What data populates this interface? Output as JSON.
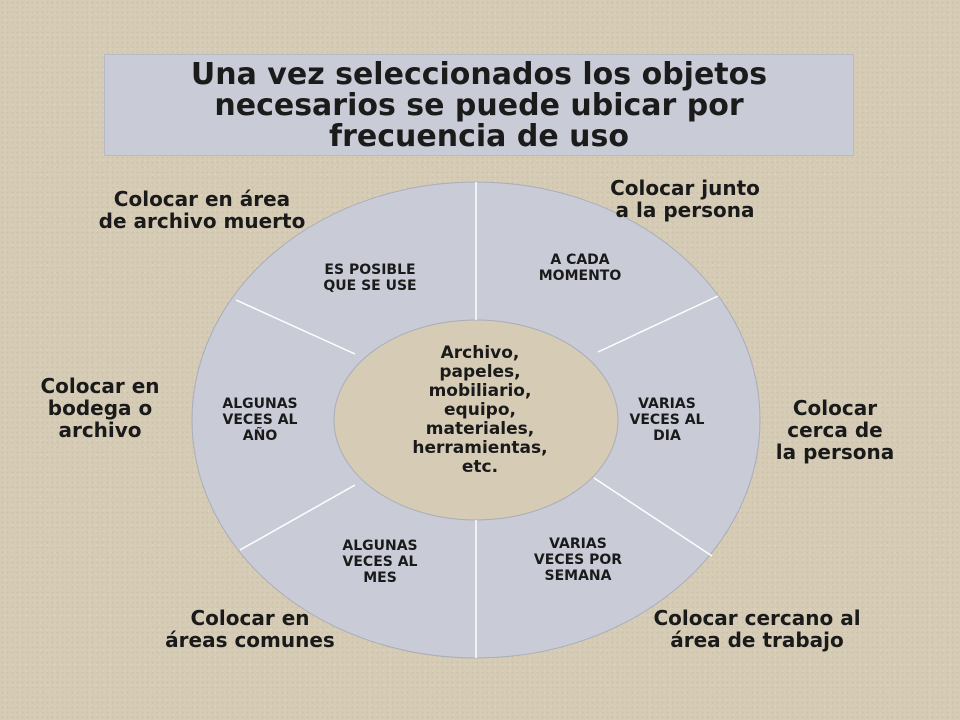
{
  "title": "Una vez seleccionados los objetos\nnecesarios se puede ubicar por\nfrecuencia de uso",
  "colors": {
    "background": "#d6ccb6",
    "title_box": "#c9ccd6",
    "ring": "#c9ccd6",
    "inner_circle": "#d6ccb6"
  },
  "center": "Archivo,\npapeles,\nmobiliario,\nequipo,\nmateriales,\nherramientas,\netc.",
  "segments": [
    {
      "frequency": "ES POSIBLE\nQUE SE USE",
      "placement": "Colocar en área\nde archivo muerto"
    },
    {
      "frequency": "A CADA\nMOMENTO",
      "placement": "Colocar junto\na la persona"
    },
    {
      "frequency": "VARIAS\nVECES AL\nDIA",
      "placement": "Colocar\ncerca de\nla persona"
    },
    {
      "frequency": "VARIAS\nVECES POR\nSEMANA",
      "placement": "Colocar cercano al\nárea de trabajo"
    },
    {
      "frequency": "ALGUNAS\nVECES AL\nMES",
      "placement": "Colocar en\náreas comunes"
    },
    {
      "frequency": "ALGUNAS\nVECES AL\nAÑO",
      "placement": "Colocar en\nbodega o\narchivo"
    }
  ]
}
